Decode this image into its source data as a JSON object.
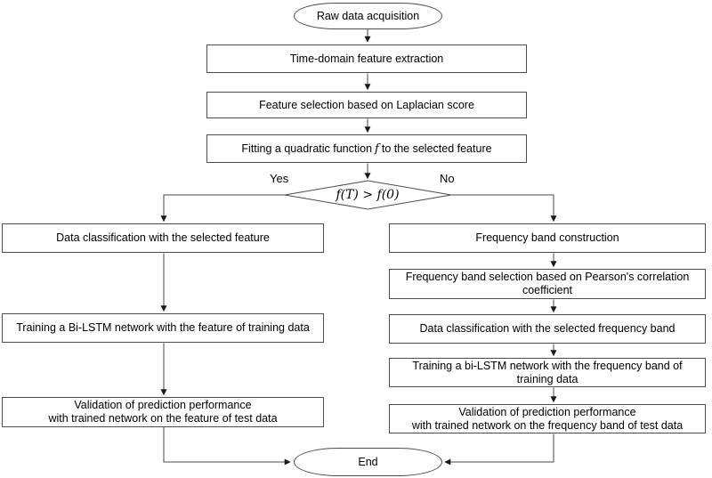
{
  "colors": {
    "background": "#ffffff",
    "box_border": "#4d4d4d",
    "connector": "#4a4a4a",
    "arrowhead": "#1a1a1a",
    "text": "#000000"
  },
  "nodes": {
    "start": {
      "label": "Raw data acquisition"
    },
    "extract": {
      "label": "Time-domain feature extraction"
    },
    "select": {
      "label": "Feature selection based on Laplacian score"
    },
    "fit": {
      "prefix": "Fitting a quadratic function",
      "math": "f",
      "suffix": "to the selected feature"
    },
    "decision": {
      "condition": "f(T) > f(0)",
      "yes_label": "Yes",
      "no_label": "No"
    },
    "left": {
      "classify": {
        "label": "Data classification with the selected feature"
      },
      "train": {
        "label": "Training a Bi-LSTM network with the feature of training data"
      },
      "validate": {
        "line1": "Validation of prediction performance",
        "line2": "with trained network on the feature of test data"
      }
    },
    "right": {
      "construct": {
        "label": "Frequency band construction"
      },
      "select": {
        "line1": "Frequency band selection based on Pearson's correlation",
        "line2": "coefficient"
      },
      "classify": {
        "label": "Data classification with the selected frequency band"
      },
      "train": {
        "line1": "Training a bi-LSTM network with the frequency band of",
        "line2": "training data"
      },
      "validate": {
        "line1": "Validation of prediction performance",
        "line2": "with trained network on the frequency band of test data"
      }
    },
    "end": {
      "label": "End"
    }
  }
}
